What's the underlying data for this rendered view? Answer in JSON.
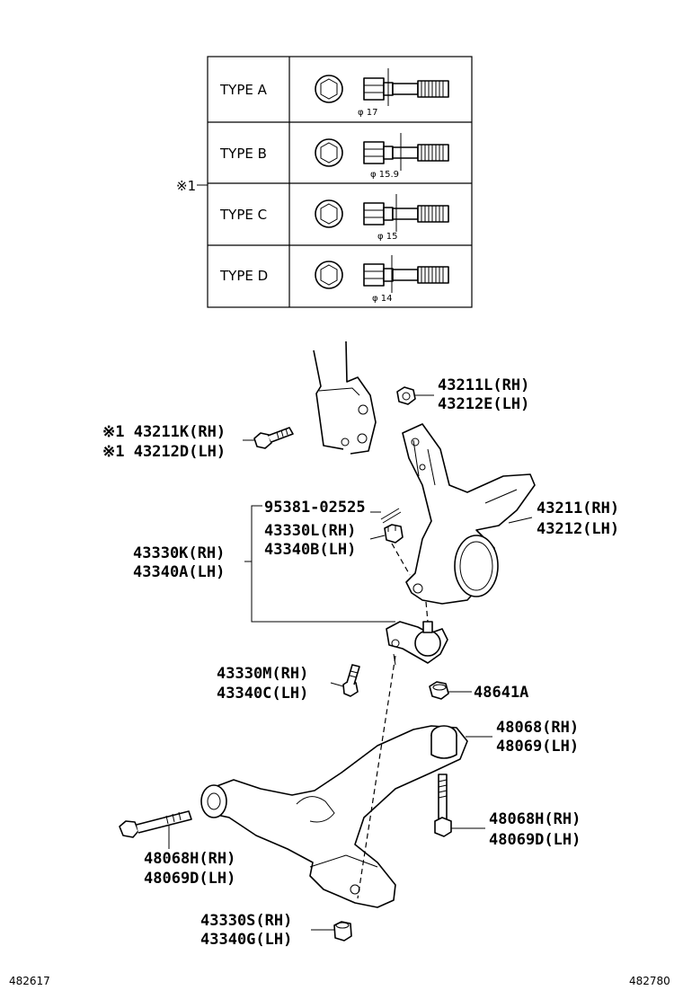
{
  "type_table": {
    "marker": "※1",
    "rows": [
      {
        "type": "TYPE A",
        "diameter": "φ 17"
      },
      {
        "type": "TYPE B",
        "diameter": "φ 15.9"
      },
      {
        "type": "TYPE C",
        "diameter": "φ 15"
      },
      {
        "type": "TYPE D",
        "diameter": "φ 14"
      }
    ]
  },
  "callouts": {
    "c43211L": {
      "rh": "43211L(RH)",
      "lh": "43212E(LH)"
    },
    "c43211K": {
      "rh": "※1 43211K(RH)",
      "lh": "※1 43212D(LH)"
    },
    "c95381": {
      "single": "95381-02525"
    },
    "c43330L": {
      "rh": "43330L(RH)",
      "lh": "43340B(LH)"
    },
    "c43211": {
      "rh": "43211(RH)",
      "lh": "43212(LH)"
    },
    "c43330K": {
      "rh": "43330K(RH)",
      "lh": "43340A(LH)"
    },
    "c43330M": {
      "rh": "43330M(RH)",
      "lh": "43340C(LH)"
    },
    "c48641A": {
      "single": "48641A"
    },
    "c48068": {
      "rh": "48068(RH)",
      "lh": "48069(LH)"
    },
    "c48068H_right": {
      "rh": "48068H(RH)",
      "lh": "48069D(LH)"
    },
    "c48068H_left": {
      "rh": "48068H(RH)",
      "lh": "48069D(LH)"
    },
    "c43330S": {
      "rh": "43330S(RH)",
      "lh": "43340G(LH)"
    }
  },
  "footer": {
    "left_code": "482617",
    "right_code": "482780"
  }
}
